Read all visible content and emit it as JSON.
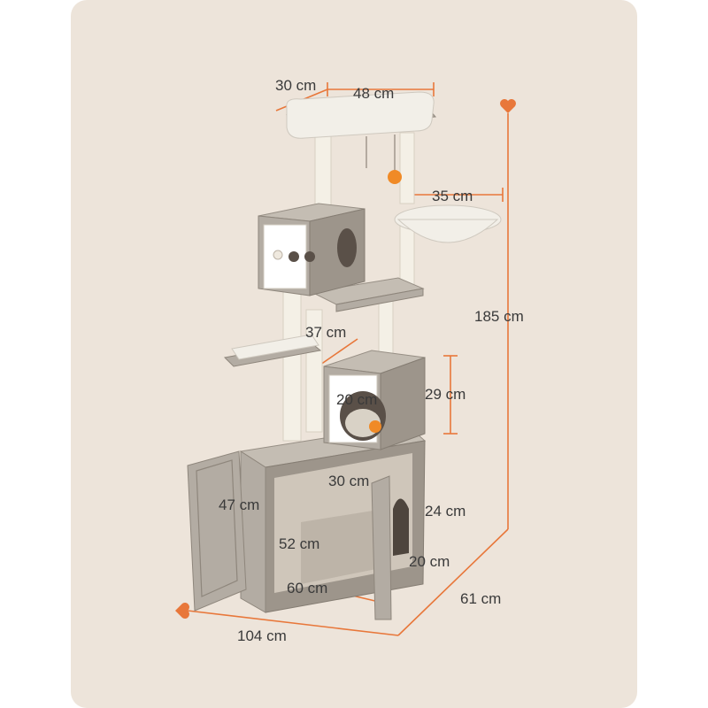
{
  "dimensions": {
    "top_depth": "30 cm",
    "top_width": "48 cm",
    "hammock_width": "35 cm",
    "total_height": "185 cm",
    "platform_depth": "37 cm",
    "box_height": "29 cm",
    "box_opening": "20 cm",
    "box_width": "30 cm",
    "cabinet_height": "47 cm",
    "side_opening_height": "24 cm",
    "inner_depth": "52 cm",
    "side_opening_width": "20 cm",
    "cabinet_width": "60 cm",
    "total_depth": "61 cm",
    "total_width": "104 cm"
  },
  "colors": {
    "accent": "#e8773a",
    "background": "#ede4da",
    "wood": "#b3aca3",
    "plush": "#f2efe8",
    "ball": "#f08a26"
  },
  "icons": {
    "heart_top": "heart-icon",
    "heart_left": "heart-icon"
  }
}
